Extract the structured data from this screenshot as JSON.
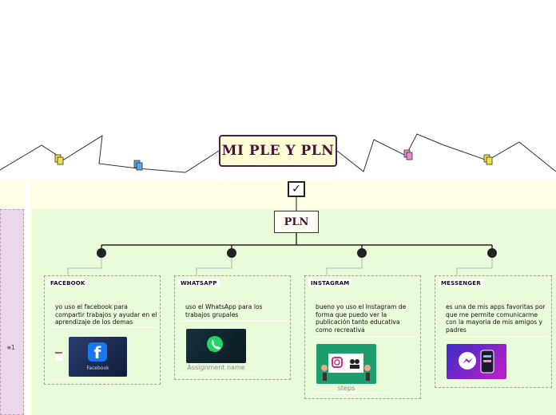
{
  "map": {
    "title": "MI PLE Y PLN",
    "checkbox_symbol": "✓",
    "central_topic": "PLN",
    "left_marker": "≡1",
    "branches": [
      {
        "label": "FACEBOOK",
        "text": "yo uso el facebook para compartir trabajos y ayudar en el aprendizaje de los demas",
        "image_icon": "facebook-logo",
        "image_caption": "Facebook"
      },
      {
        "label": "WHATSAPP",
        "text": "uso el WhatsApp para los trabajos grupales",
        "image_icon": "whatsapp-logo",
        "image_caption": "Assignment name"
      },
      {
        "label": "INSTAGRAM",
        "text": "bueno yo uso el Instagram de forma que puedo ver la publicación tanto educativa como recreativa",
        "image_icon": "instagram-steps-illustration",
        "image_caption": "steps"
      },
      {
        "label": "MESSENGER",
        "text": "es una de mis apps favoritas por que me permite comunicarme con la mayoria de mis amigos y padres",
        "image_icon": "messenger-logo",
        "image_caption": ""
      }
    ]
  },
  "colors": {
    "title_border": "#4a1f4a",
    "title_fill": "#fffdd6",
    "band_yellow": "#fffde3",
    "area_green": "#e9fbd9",
    "left_pink": "#ead7ea",
    "note_yellow": "#f4e04a",
    "note_blue": "#5aa8e6",
    "note_pink": "#e28fd0"
  }
}
